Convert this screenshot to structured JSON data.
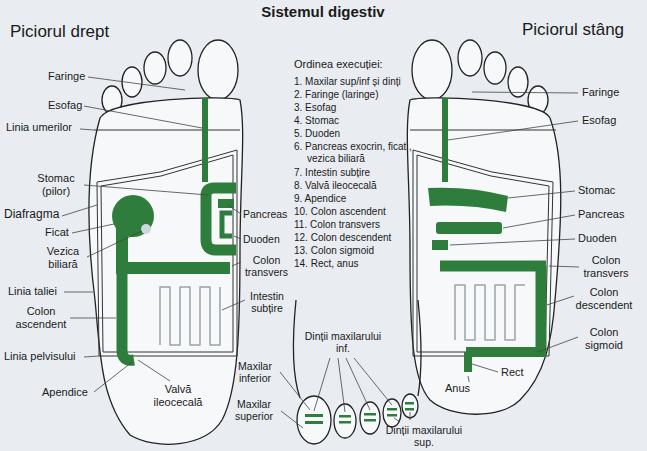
{
  "diagram": {
    "title": "Sistemul digestiv",
    "labels": [
      "Piciorul drept",
      "Faringe",
      "Esofag",
      "Linia umerilor",
      "Stomac (pilor)",
      "Diafragma",
      "Ficat",
      "Vezica biliară",
      "Linia taliei",
      "Colon ascendent",
      "Linia pelvisului",
      "Apendice",
      "Valvă ileocecală",
      "Pancreas",
      "Duoden",
      "Colon transvers",
      "Intestin subțire",
      "Ordinea execuției:",
      "1. Maxilar sup/inf și dinți",
      "2. Faringe (laringe)",
      "3. Esofag",
      "4. Stomac",
      "5. Duoden",
      "6. Pancreas exocrin, ficat , vezica biliară",
      "7. Intestin subțire",
      "8. Valvă ileocecală",
      "9. Apendice",
      "10. Colon ascendent",
      "11. Colon transvers",
      "12. Colon descendent",
      "13. Colon sigmoid",
      "14. Rect, anus",
      "Maxilar inferior",
      "Maxilar superior",
      "Dinții maxilarului inf.",
      "Dinții maxilarului sup.",
      "Piciorul stâng",
      "Faringe",
      "Esofag",
      "Stomac",
      "Pancreas",
      "Duoden",
      "Colon transvers",
      "Colon descendent",
      "Colon sigmoid",
      "Rect",
      "Anus"
    ]
  }
}
